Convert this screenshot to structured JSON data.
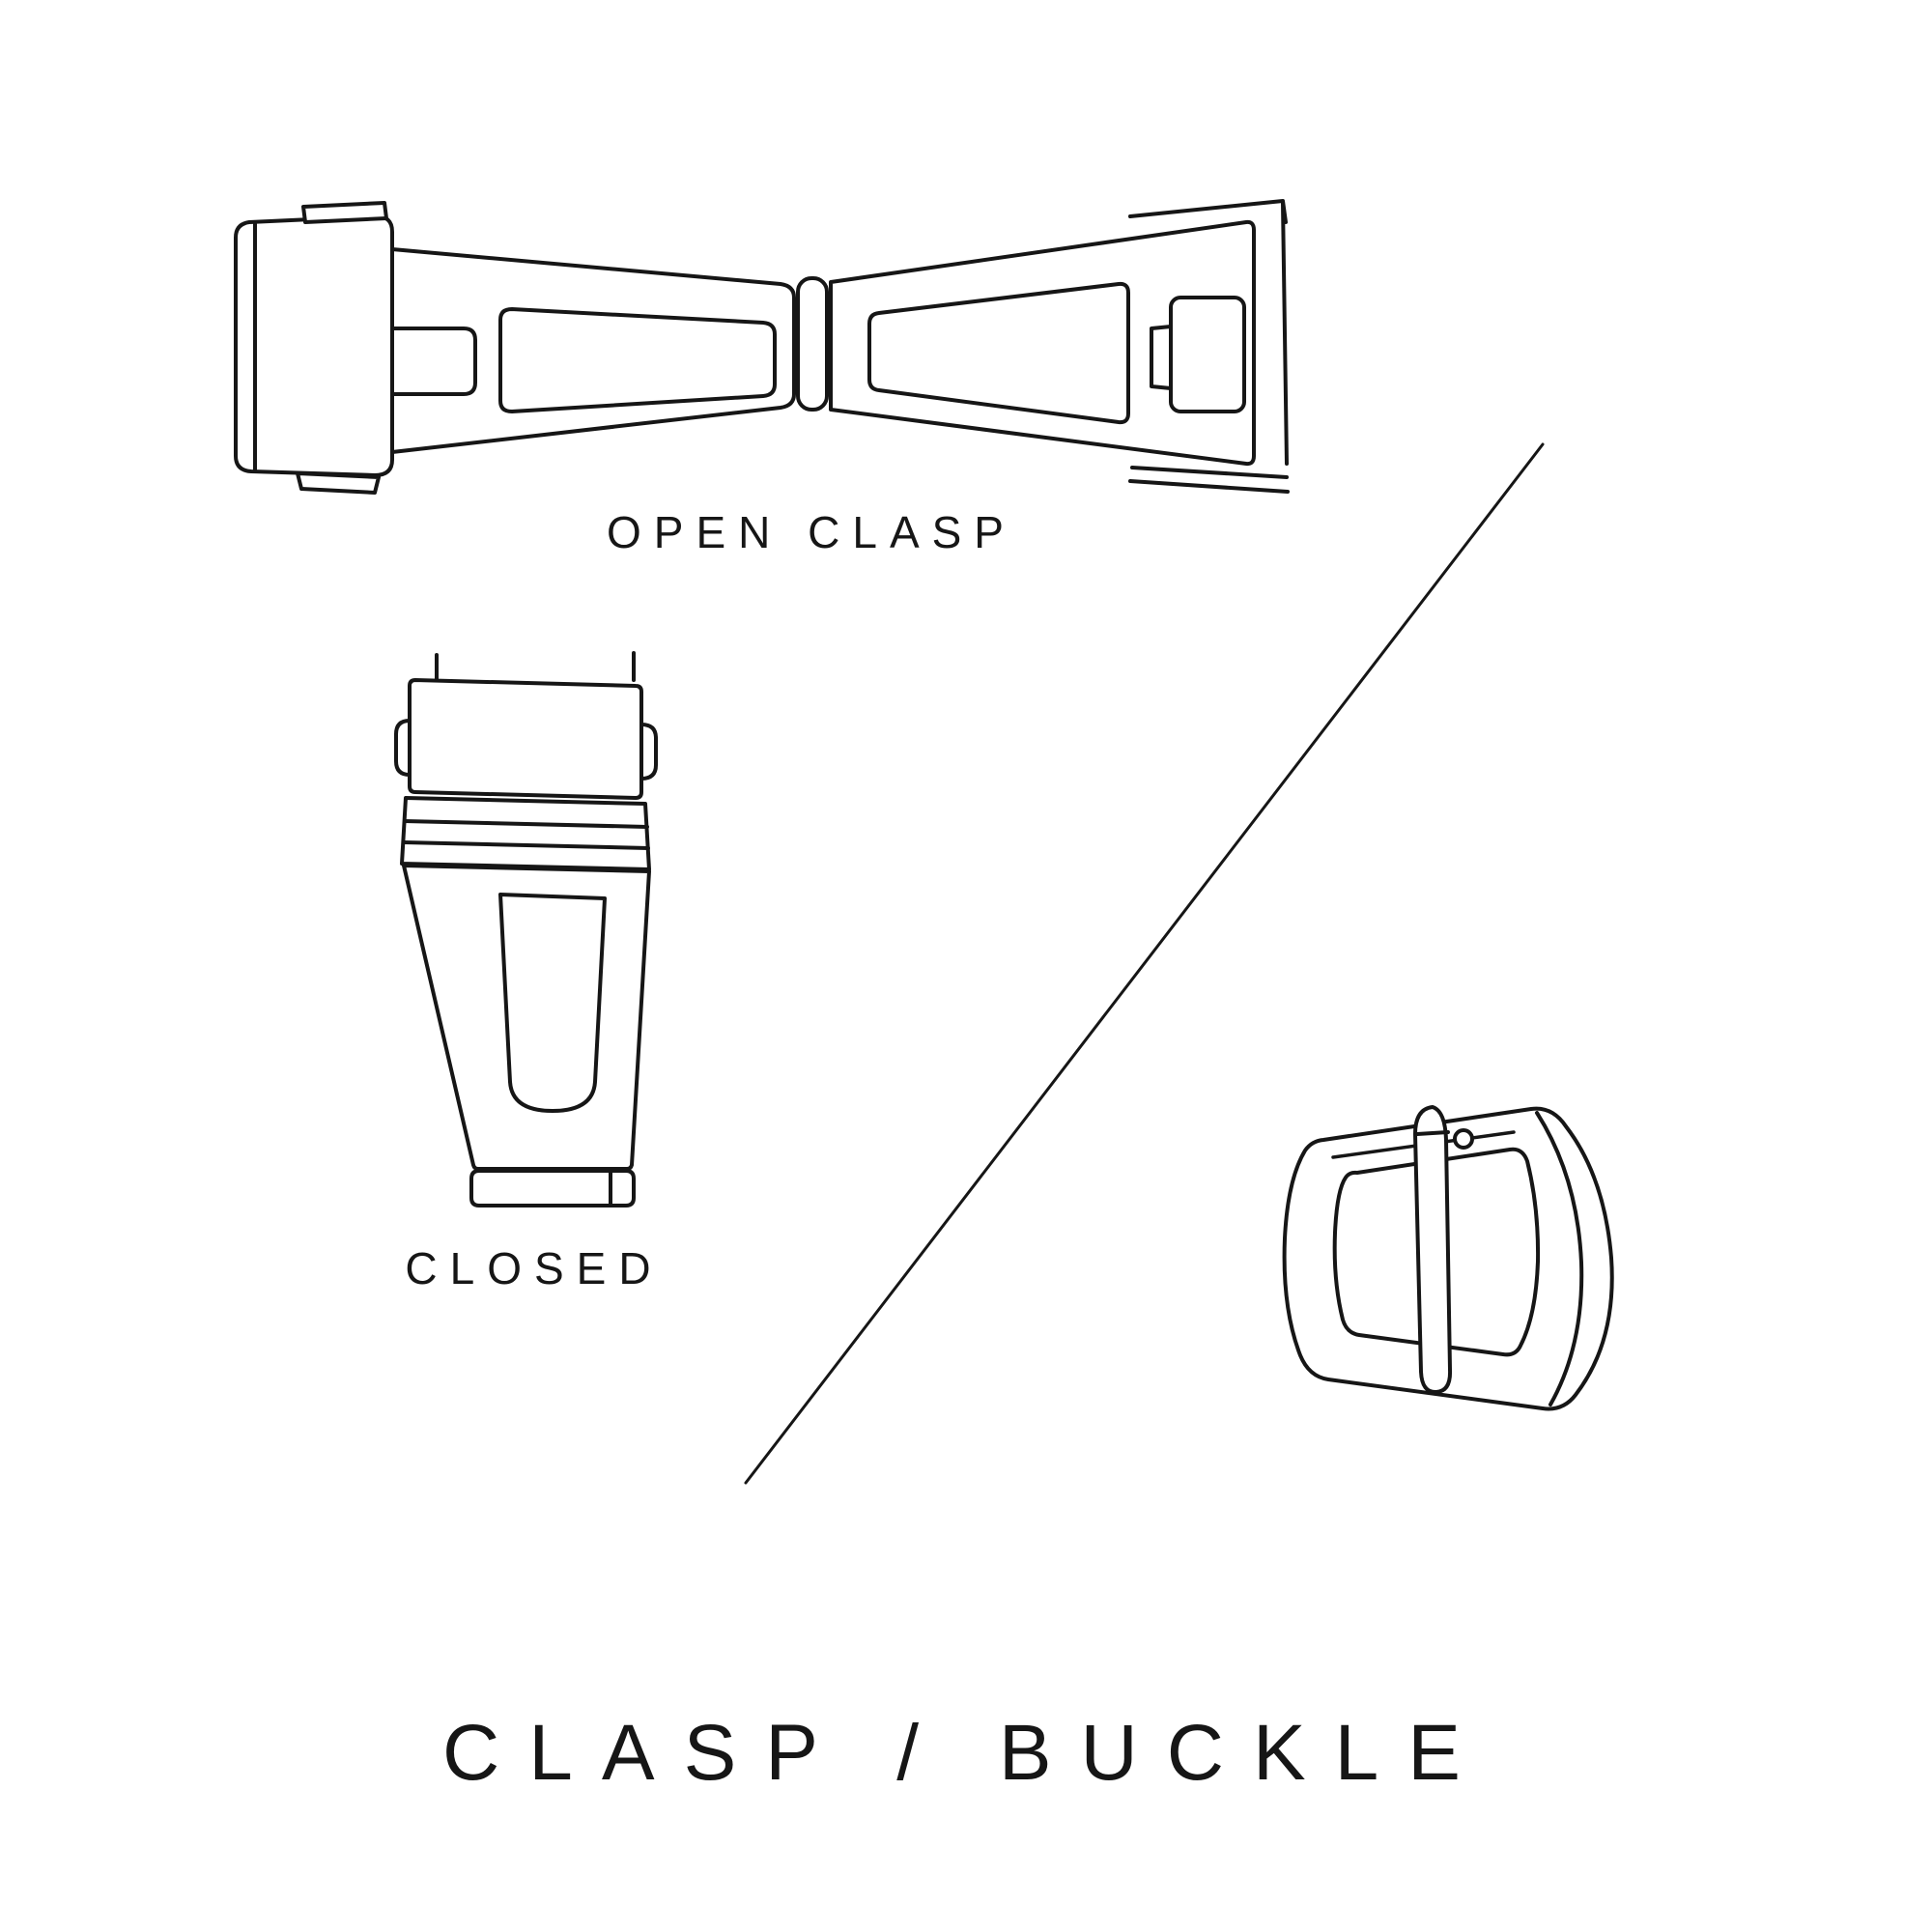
{
  "canvas": {
    "background": "#ffffff",
    "ink": "#161616"
  },
  "diagram": {
    "open_clasp_label": "OPEN CLASP",
    "closed_clasp_label": "CLOSED",
    "title": "CLASP / BUCKLE",
    "illustrations": {
      "open_clasp": "open-deployant-clasp",
      "closed_clasp": "closed-deployant-clasp",
      "pin_buckle": "pin-buckle",
      "divider": "diagonal-divider"
    }
  }
}
